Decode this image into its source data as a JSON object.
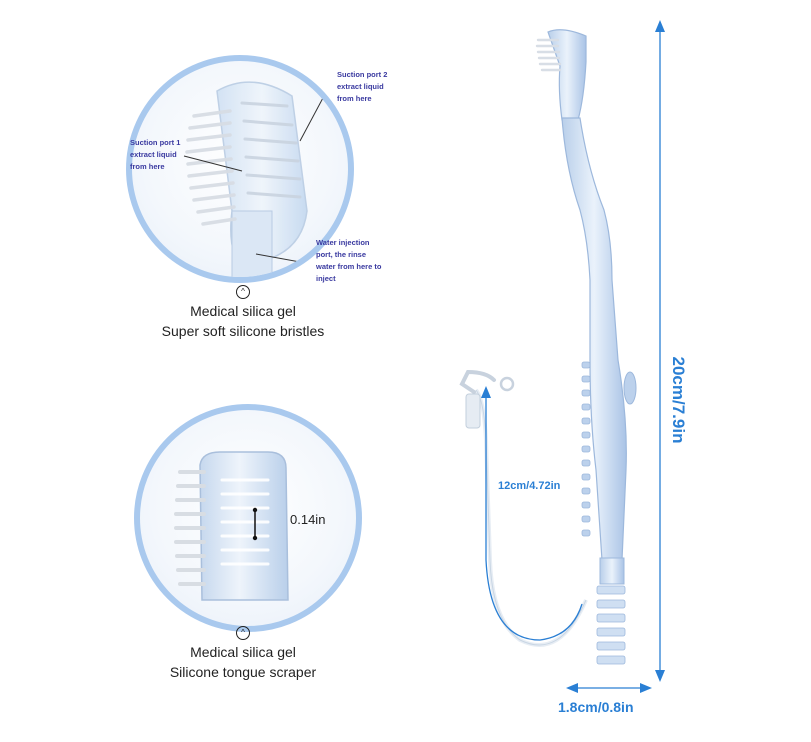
{
  "top_circle": {
    "suction_port_1": [
      "Suction port 1",
      "extract liquid",
      "from here"
    ],
    "suction_port_2": [
      "Suction port 2",
      "extract liquid",
      "from here"
    ],
    "water_injection": [
      "Water injection",
      "port, the rinse",
      "water from here to",
      "inject"
    ]
  },
  "bottom_circle": {
    "measure": "0.14in"
  },
  "caption_top": {
    "icon": "chevron-up-icon",
    "line1": "Medical silica gel",
    "line2": "Super soft silicone bristles"
  },
  "caption_bottom": {
    "icon": "chevron-up-icon",
    "line1": "Medical silica gel",
    "line2": "Silicone tongue scraper"
  },
  "dimensions": {
    "height": "20cm/7.9in",
    "tube": "12cm/4.72in",
    "width": "1.8cm/0.8in"
  },
  "colors": {
    "accent": "#2a7fd4",
    "circle_border": "#a9c9ee",
    "note_text": "#3a3aa0"
  }
}
